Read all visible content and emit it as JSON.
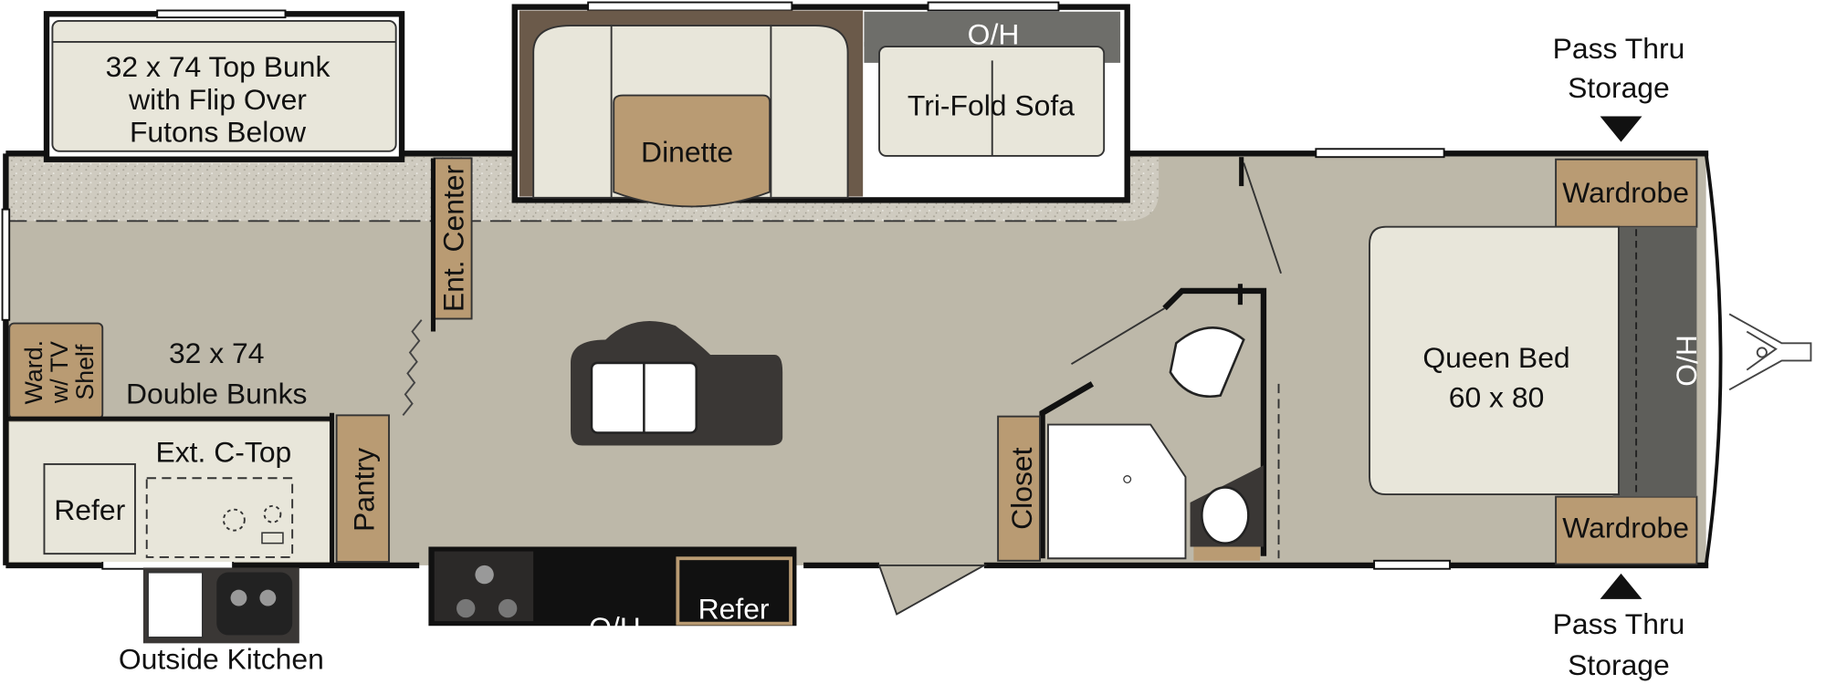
{
  "labels": {
    "top_bunk": [
      "32 x 74 Top Bunk",
      "with Flip Over",
      "Futons Below"
    ],
    "dinette": "Dinette",
    "overhead_top": "O/H",
    "sofa": "Tri-Fold Sofa",
    "ent_center": "Ent. Center",
    "ward_shelf": [
      "Ward.",
      "w/ TV",
      "Shelf"
    ],
    "double_bunks": [
      "32 x 74",
      "Double Bunks"
    ],
    "ext_ctop": "Ext. C-Top",
    "refer_left": "Refer",
    "pantry": "Pantry",
    "outside_kitchen": "Outside Kitchen",
    "overhead_bottom": "O/H",
    "refer_kitchen": "Refer",
    "closet": "Closet",
    "queen_bed": [
      "Queen Bed",
      "60 x 80"
    ],
    "overhead_bed": "H/O",
    "wardrobe_top": "Wardrobe",
    "wardrobe_bottom": "Wardrobe",
    "pass_thru_top": [
      "Pass Thru",
      "Storage"
    ],
    "pass_thru_bottom": [
      "Pass Thru",
      "Storage"
    ]
  },
  "colors": {
    "floor": "#bdb8a9",
    "carpet": "#cfcbc0",
    "cream": "#e8e6da",
    "tan": "#b99b73",
    "dark": "#3a3735",
    "wall": "#111111",
    "brown": "#6b5a4a",
    "grey": "#6e6e6a"
  }
}
